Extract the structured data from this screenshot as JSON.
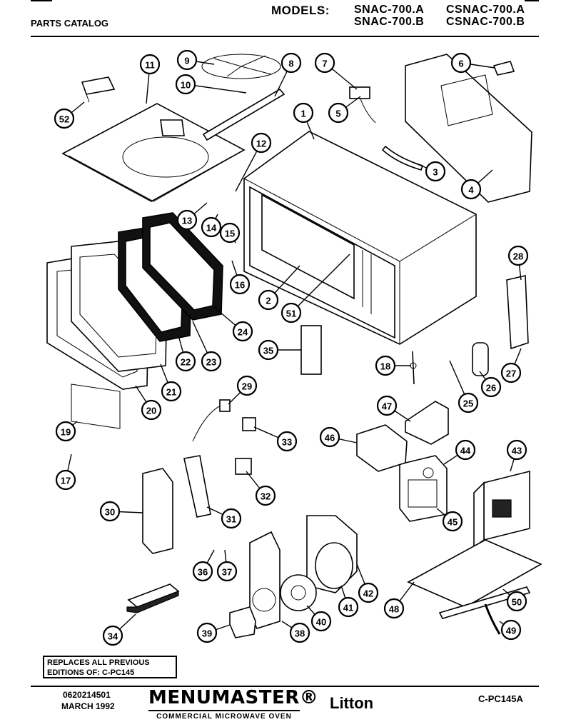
{
  "header": {
    "catalog_label": "PARTS CATALOG",
    "models_label": "MODELS:",
    "models": [
      "SNAC-700.A",
      "CSNAC-700.A",
      "SNAC-700.B",
      "CSNAC-700.B"
    ]
  },
  "callouts": [
    "1",
    "2",
    "3",
    "4",
    "5",
    "6",
    "7",
    "8",
    "9",
    "10",
    "11",
    "12",
    "13",
    "14",
    "15",
    "16",
    "17",
    "18",
    "19",
    "20",
    "21",
    "22",
    "23",
    "24",
    "25",
    "26",
    "27",
    "28",
    "29",
    "30",
    "31",
    "32",
    "33",
    "34",
    "35",
    "36",
    "37",
    "38",
    "39",
    "40",
    "41",
    "42",
    "43",
    "44",
    "45",
    "46",
    "47",
    "48",
    "49",
    "50",
    "51",
    "52"
  ],
  "footer": {
    "replaces_line1": "REPLACES ALL PREVIOUS",
    "replaces_line2": "EDITIONS OF: C-PC145",
    "doc_number": "0620214501",
    "doc_date": "MARCH 1992",
    "brand": "MENUMASTER®",
    "brand_subtitle": "COMMERCIAL MICROWAVE OVEN",
    "company": "Litton",
    "publication_code": "C-PC145A"
  }
}
